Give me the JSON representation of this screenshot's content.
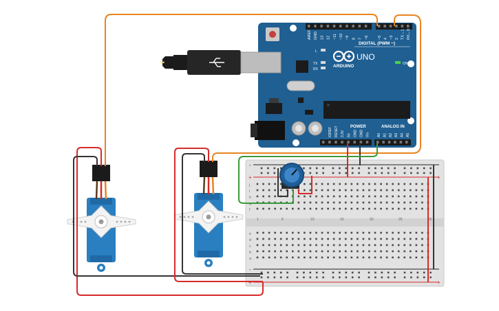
{
  "board": {
    "brand": "ARDUINO",
    "model": "UNO",
    "digital_label": "DIGITAL (PWM ~)",
    "power_label": "POWER",
    "analog_label": "ANALOG IN",
    "on_label": "ON",
    "led_l": "L",
    "led_tx": "TX",
    "led_rx": "RX",
    "top_pins": [
      "AREF",
      "GND",
      "13",
      "12",
      "~11",
      "~10",
      "~9",
      "8",
      "7",
      "~6",
      "~5",
      "4",
      "~3",
      "2",
      "TX→1",
      "RX←0"
    ],
    "power_pins": [
      "IOREF",
      "RESET",
      "3.3V",
      "5V",
      "GND",
      "GND",
      "Vin"
    ],
    "analog_pins": [
      "A0",
      "A1",
      "A2",
      "A3",
      "A4",
      "A5"
    ]
  },
  "breadboard": {
    "row_letters_top": [
      "j",
      "i",
      "h",
      "g",
      "f"
    ],
    "row_letters_bottom": [
      "e",
      "d",
      "c",
      "b",
      "a"
    ],
    "col_numbers": [
      "1",
      "5",
      "10",
      "15",
      "20",
      "25",
      "30"
    ],
    "plus": "+",
    "minus": "-"
  },
  "colors": {
    "board": "#1f5f92",
    "wire_orange": "#e8841e",
    "wire_red": "#d62a2a",
    "wire_black": "#333333",
    "wire_green": "#3a9a3a",
    "servo": "#2a7fc1",
    "pot": "#2f6fb3"
  }
}
